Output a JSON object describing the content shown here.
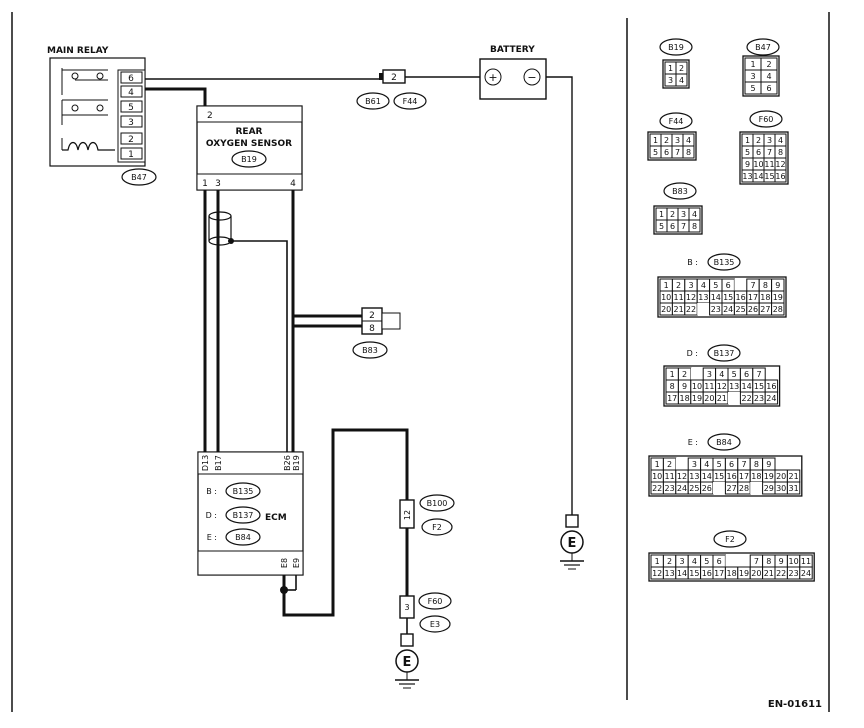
{
  "figure_id": "EN-01611",
  "components": {
    "main_relay": {
      "title": "MAIN RELAY",
      "pins": [
        "6",
        "4",
        "5",
        "3",
        "2",
        "1"
      ],
      "connector": "B47"
    },
    "battery": {
      "title": "BATTERY",
      "symbol_plus": "+",
      "symbol_minus": "−"
    },
    "rear_oxygen_sensor": {
      "title_line1": "REAR",
      "title_line2": "OXYGEN SENSOR",
      "connector": "B19",
      "top_pin": "2",
      "bottom_pins": [
        "1",
        "3",
        "4"
      ]
    },
    "ecm": {
      "title": "ECM",
      "connector_rows": [
        {
          "prefix": "B :",
          "id": "B135"
        },
        {
          "prefix": "D :",
          "id": "B137"
        },
        {
          "prefix": "E :",
          "id": "B84"
        }
      ],
      "top_pins": [
        "D13",
        "B17",
        "B26",
        "B19"
      ],
      "bottom_pins": [
        "E8",
        "E9"
      ]
    },
    "inline_b61_f44": {
      "pin": "2",
      "left_tag": "B61",
      "right_tag": "F44"
    },
    "connector_b83": {
      "pins": [
        "2",
        "8"
      ],
      "tag": "B83"
    },
    "connector_b100": {
      "pin": "12",
      "tags": [
        "B100",
        "F2"
      ]
    },
    "connector_f60": {
      "pin": "3",
      "tags": [
        "F60",
        "E3"
      ]
    },
    "ground_battery": {
      "symbol": "E"
    },
    "ground_ecm": {
      "symbol": "E"
    }
  },
  "connector_views": {
    "B19": {
      "tag": "B19",
      "rows": [
        [
          "1",
          "2"
        ],
        [
          "3",
          "4"
        ]
      ]
    },
    "B47": {
      "tag": "B47",
      "rows": [
        [
          "1",
          "2"
        ],
        [
          "3",
          "4"
        ],
        [
          "5",
          "6"
        ]
      ]
    },
    "F44": {
      "tag": "F44",
      "rows": [
        [
          "1",
          "2",
          "3",
          "4"
        ],
        [
          "5",
          "6",
          "7",
          "8"
        ]
      ]
    },
    "F60": {
      "tag": "F60",
      "rows": [
        [
          "1",
          "2",
          "3",
          "4"
        ],
        [
          "5",
          "6",
          "7",
          "8"
        ],
        [
          "9",
          "10",
          "11",
          "12"
        ],
        [
          "13",
          "14",
          "15",
          "16"
        ]
      ]
    },
    "B83": {
      "tag": "B83",
      "rows": [
        [
          "1",
          "2",
          "3",
          "4"
        ],
        [
          "5",
          "6",
          "7",
          "8"
        ]
      ]
    },
    "B135": {
      "prefix": "B :",
      "tag": "B135",
      "rows": [
        [
          "1",
          "2",
          "3",
          "4",
          "5",
          "6",
          "",
          "7",
          "8",
          "9"
        ],
        [
          "10",
          "11",
          "12",
          "13",
          "14",
          "15",
          "16",
          "17",
          "18",
          "19"
        ],
        [
          "20",
          "21",
          "22",
          "",
          "23",
          "24",
          "25",
          "26",
          "27",
          "28"
        ]
      ]
    },
    "B137": {
      "prefix": "D :",
      "tag": "B137",
      "rows": [
        [
          "1",
          "2",
          "",
          "3",
          "4",
          "5",
          "6",
          "7"
        ],
        [
          "8",
          "9",
          "10",
          "11",
          "12",
          "13",
          "14",
          "15",
          "16"
        ],
        [
          "17",
          "18",
          "19",
          "20",
          "21",
          "",
          "22",
          "23",
          "24"
        ]
      ]
    },
    "B84": {
      "prefix": "E :",
      "tag": "B84",
      "rows": [
        [
          "1",
          "2",
          "",
          "3",
          "4",
          "5",
          "6",
          "7",
          "8",
          "9"
        ],
        [
          "10",
          "11",
          "12",
          "13",
          "14",
          "15",
          "16",
          "17",
          "18",
          "19",
          "20",
          "21"
        ],
        [
          "22",
          "23",
          "24",
          "25",
          "26",
          "",
          "27",
          "28",
          "",
          "29",
          "30",
          "31"
        ]
      ]
    },
    "F2": {
      "tag": "F2",
      "rows": [
        [
          "1",
          "2",
          "3",
          "4",
          "5",
          "6",
          "",
          "",
          "7",
          "8",
          "9",
          "10",
          "11"
        ],
        [
          "12",
          "13",
          "14",
          "15",
          "16",
          "17",
          "18",
          "19",
          "20",
          "21",
          "22",
          "23",
          "24"
        ]
      ]
    }
  }
}
